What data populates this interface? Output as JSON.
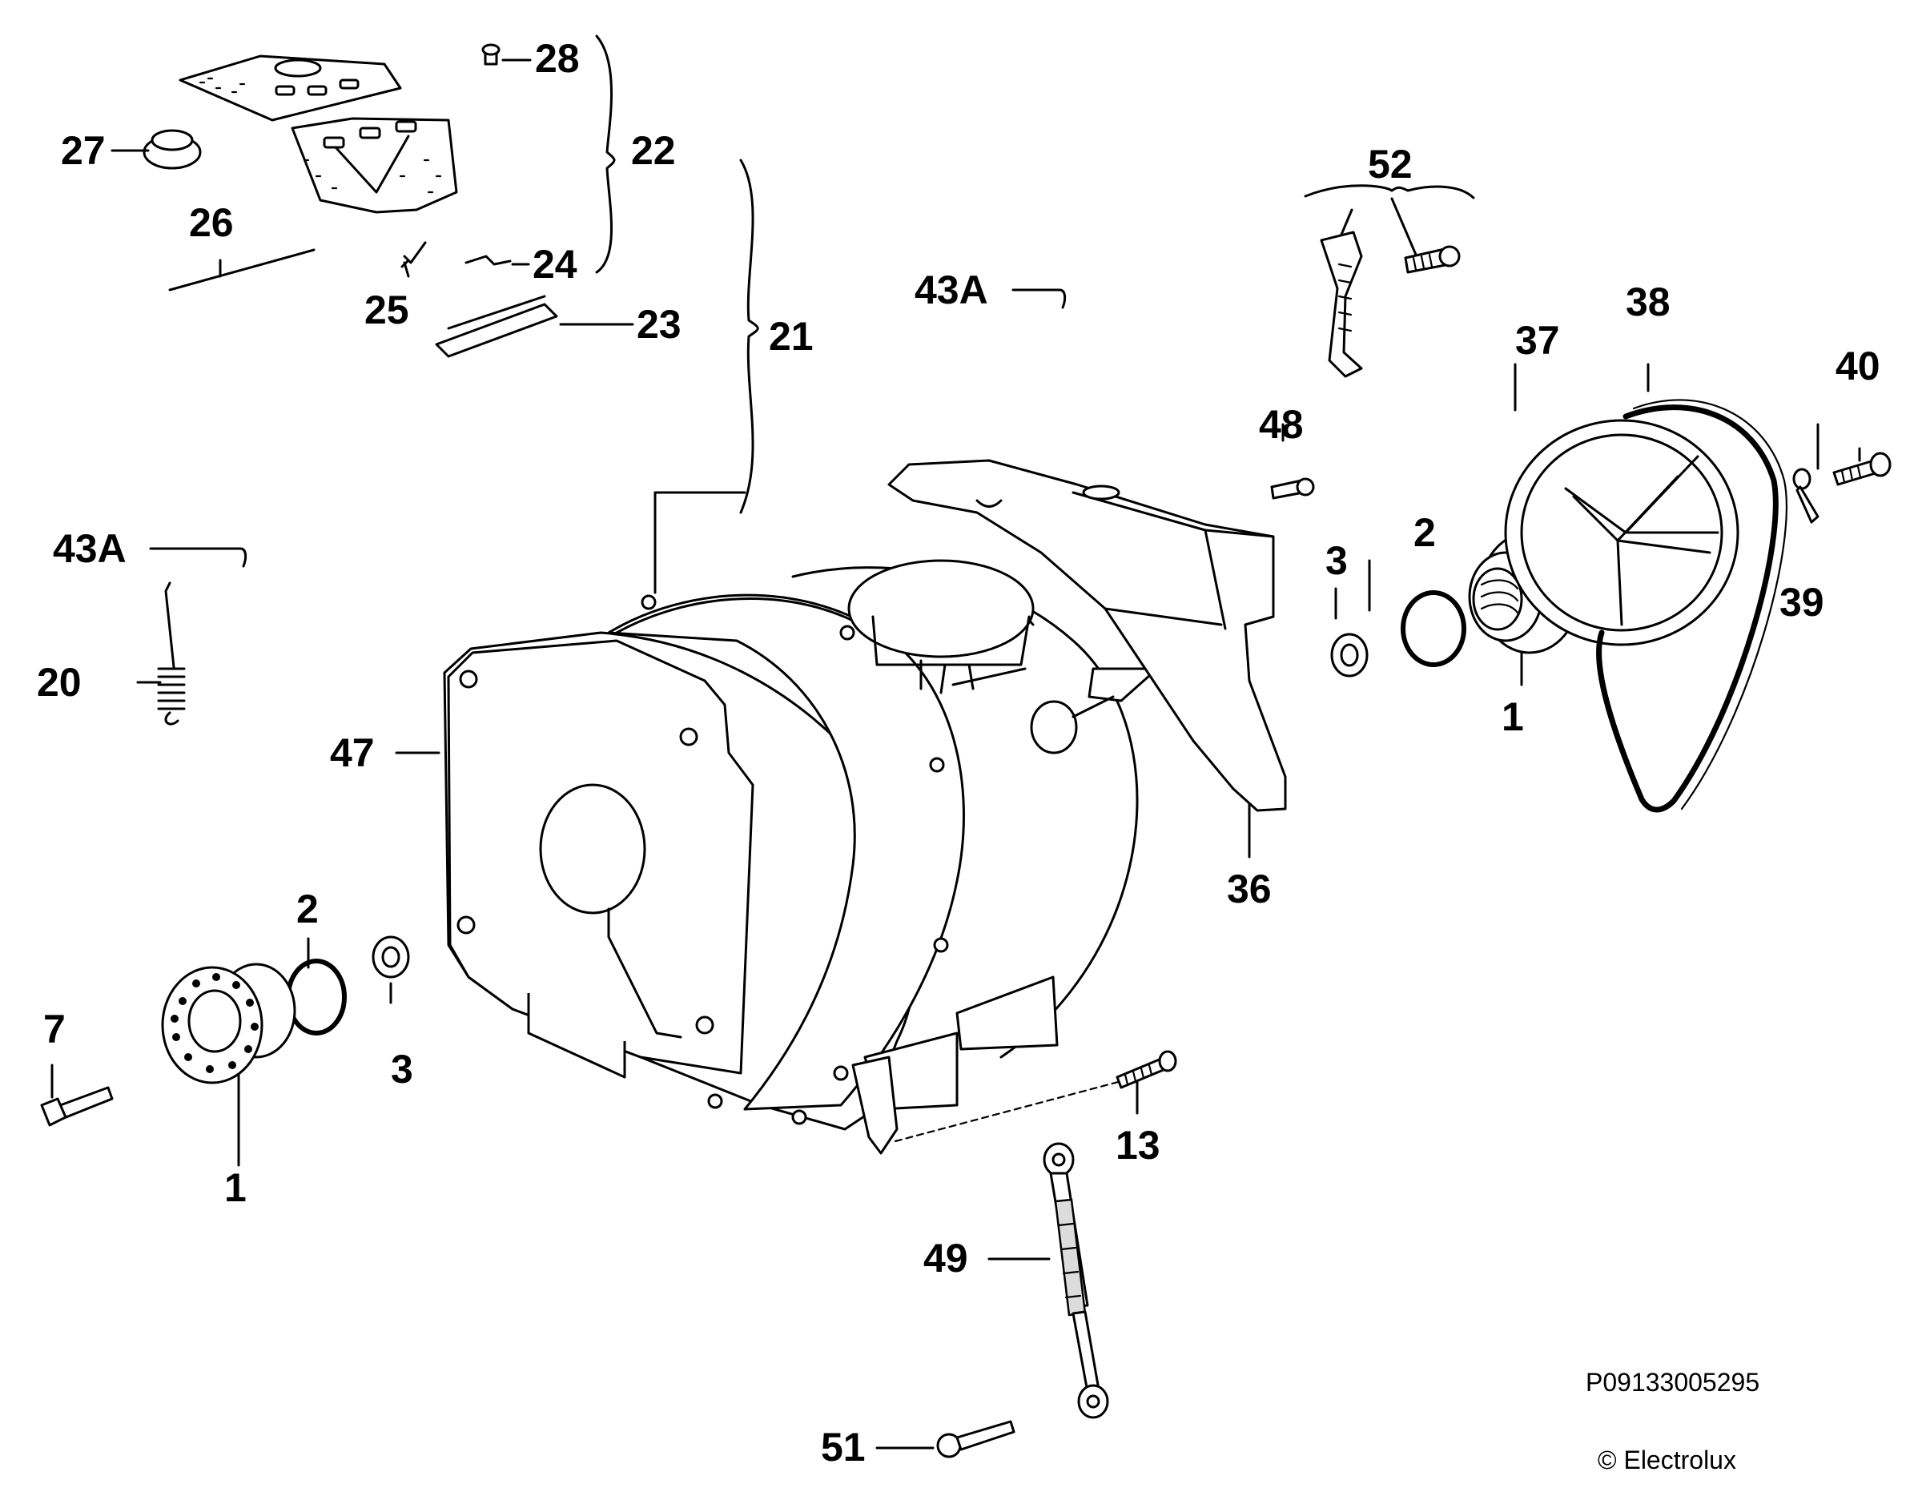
{
  "labels": {
    "l28": "28",
    "l22": "22",
    "l27": "27",
    "l26": "26",
    "l25": "25",
    "l24": "24",
    "l23": "23",
    "l21": "21",
    "l43a_top": "43A",
    "l43a_left": "43A",
    "l20": "20",
    "l47": "47",
    "l52": "52",
    "l48": "48",
    "l3_right": "3",
    "l2_right": "2",
    "l37": "37",
    "l38": "38",
    "l40": "40",
    "l39": "39",
    "l1_right": "1",
    "l36": "36",
    "l2_left": "2",
    "l3_left": "3",
    "l7": "7",
    "l1_left": "1",
    "l13": "13",
    "l49": "49",
    "l51": "51"
  },
  "drawing_number": "P09133005295",
  "copyright": "© Electrolux"
}
